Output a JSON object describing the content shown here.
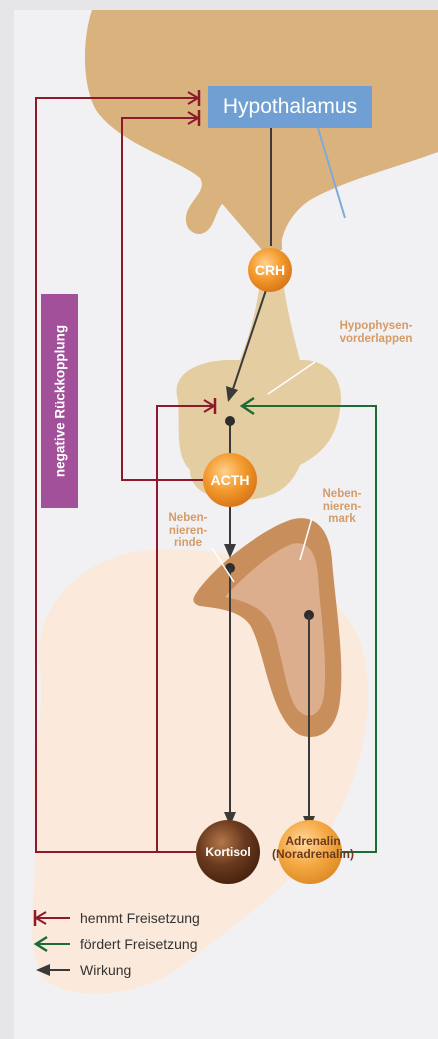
{
  "labels": {
    "hypothalamus": "Hypothalamus",
    "crh": "CRH",
    "hypophysen": "Hypophysen-\nvorderlappen",
    "acth": "ACTH",
    "nebennierenmark": "Neben-\nnieren-\nmark",
    "nebennierenrinde": "Neben-\nnieren-\nrinde",
    "kortisol": "Kortisol",
    "adrenalin": "Adrenalin\n(Noradrenalin)",
    "negative_feedback": "negative Rückkopplung"
  },
  "legend": {
    "inhibits": "hemmt Freisetzung",
    "promotes": "fördert Freisetzung",
    "effect": "Wirkung"
  },
  "colors": {
    "background": "#e6e6e8",
    "brain_tissue": "#d9b27e",
    "pituitary_tissue": "#e5cda2",
    "kidney_shape": "#fbeadb",
    "adrenal_cortex": "#c88e5c",
    "adrenal_medulla": "#dcae8d",
    "hypothalamus_box": "#6f9fd3",
    "orange_hormone": "#f29a2e",
    "kortisol_hormone": "#6b3a1f",
    "inhibit_line": "#8c1a2a",
    "promote_line": "#1d6b35",
    "effect_line": "#3a3a3a",
    "feedback_box": "#a3509b",
    "tan_label": "#d59b66"
  }
}
